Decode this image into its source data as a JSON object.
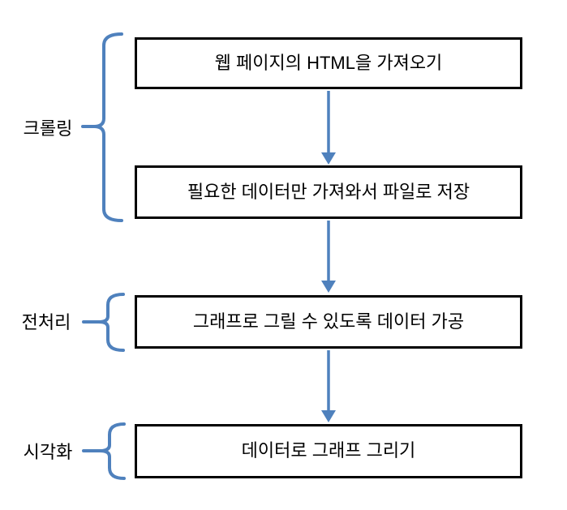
{
  "diagram": {
    "nodes": [
      {
        "id": "fetch-html",
        "label": "웹 페이지의 HTML을 가져오기"
      },
      {
        "id": "save-data",
        "label": "필요한 데이터만 가져와서 파일로 저장"
      },
      {
        "id": "process-data",
        "label": "그래프로 그릴 수 있도록 데이터 가공"
      },
      {
        "id": "draw-graph",
        "label": "데이터로 그래프 그리기"
      }
    ],
    "edges": [
      {
        "from": "fetch-html",
        "to": "save-data"
      },
      {
        "from": "save-data",
        "to": "process-data"
      },
      {
        "from": "process-data",
        "to": "draw-graph"
      }
    ],
    "groups": [
      {
        "id": "crawling",
        "label": "크롤링",
        "nodes": [
          "fetch-html",
          "save-data"
        ]
      },
      {
        "id": "preprocessing",
        "label": "전처리",
        "nodes": [
          "process-data"
        ]
      },
      {
        "id": "visualization",
        "label": "시각화",
        "nodes": [
          "draw-graph"
        ]
      }
    ],
    "colors": {
      "connector": "#4F81BD",
      "node_border": "#000000",
      "node_fill": "#FFFFFF",
      "text": "#000000",
      "background": "#FFFFFF"
    }
  }
}
